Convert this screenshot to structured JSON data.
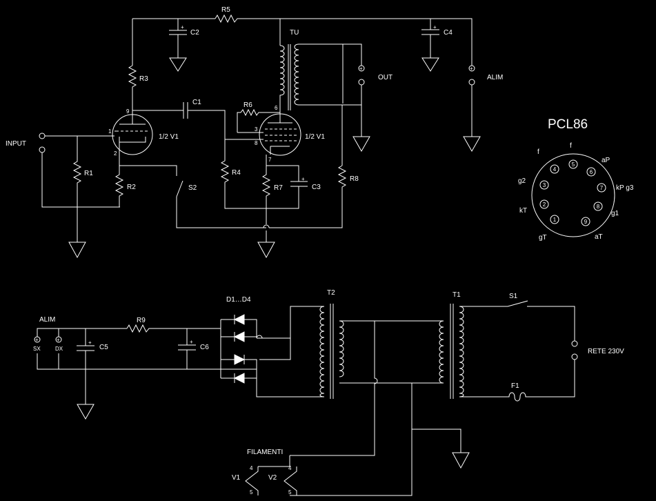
{
  "colors": {
    "background": "#000000",
    "line": "#ffffff"
  },
  "preamp": {
    "labels": {
      "r5": "R5",
      "c2": "C2",
      "tu": "TU",
      "c4": "C4",
      "r3": "R3",
      "out": "OUT",
      "alim": "ALIM",
      "c1": "C1",
      "r6": "R6",
      "v1a": "1/2 V1",
      "v1b": "1/2 V1",
      "input": "INPUT",
      "r1": "R1",
      "r2": "R2",
      "s2": "S2",
      "r4": "R4",
      "r7": "R7",
      "c3": "C3",
      "r8": "R8"
    },
    "pins": {
      "p9": "9",
      "p1": "1",
      "p2": "2",
      "p6": "6",
      "p3": "3",
      "p8": "8",
      "p7": "7"
    }
  },
  "pinout": {
    "title": "PCL86",
    "pin_numbers": [
      "5",
      "4",
      "6",
      "3",
      "7",
      "2",
      "8",
      "1",
      "9"
    ],
    "pin_names": {
      "f_top": "f",
      "f_left": "f",
      "ap": "aP",
      "kp_g3": "kP g3",
      "g2": "g2",
      "kt": "kT",
      "g1": "g1",
      "gt": "gT",
      "at": "aT"
    }
  },
  "psu": {
    "labels": {
      "d1d4": "D1…D4",
      "t2": "T2",
      "t1": "T1",
      "s1": "S1",
      "alim": "ALIM",
      "r9": "R9",
      "c5": "C5",
      "c6": "C6",
      "sx": "SX",
      "dx": "DX",
      "rete": "RETE 230V",
      "f1": "F1",
      "filamenti": "FILAMENTI",
      "v1": "V1",
      "v2": "V2"
    },
    "pins": {
      "v1_4": "4",
      "v1_5": "5",
      "v2_4": "4",
      "v2_5": "5"
    }
  }
}
